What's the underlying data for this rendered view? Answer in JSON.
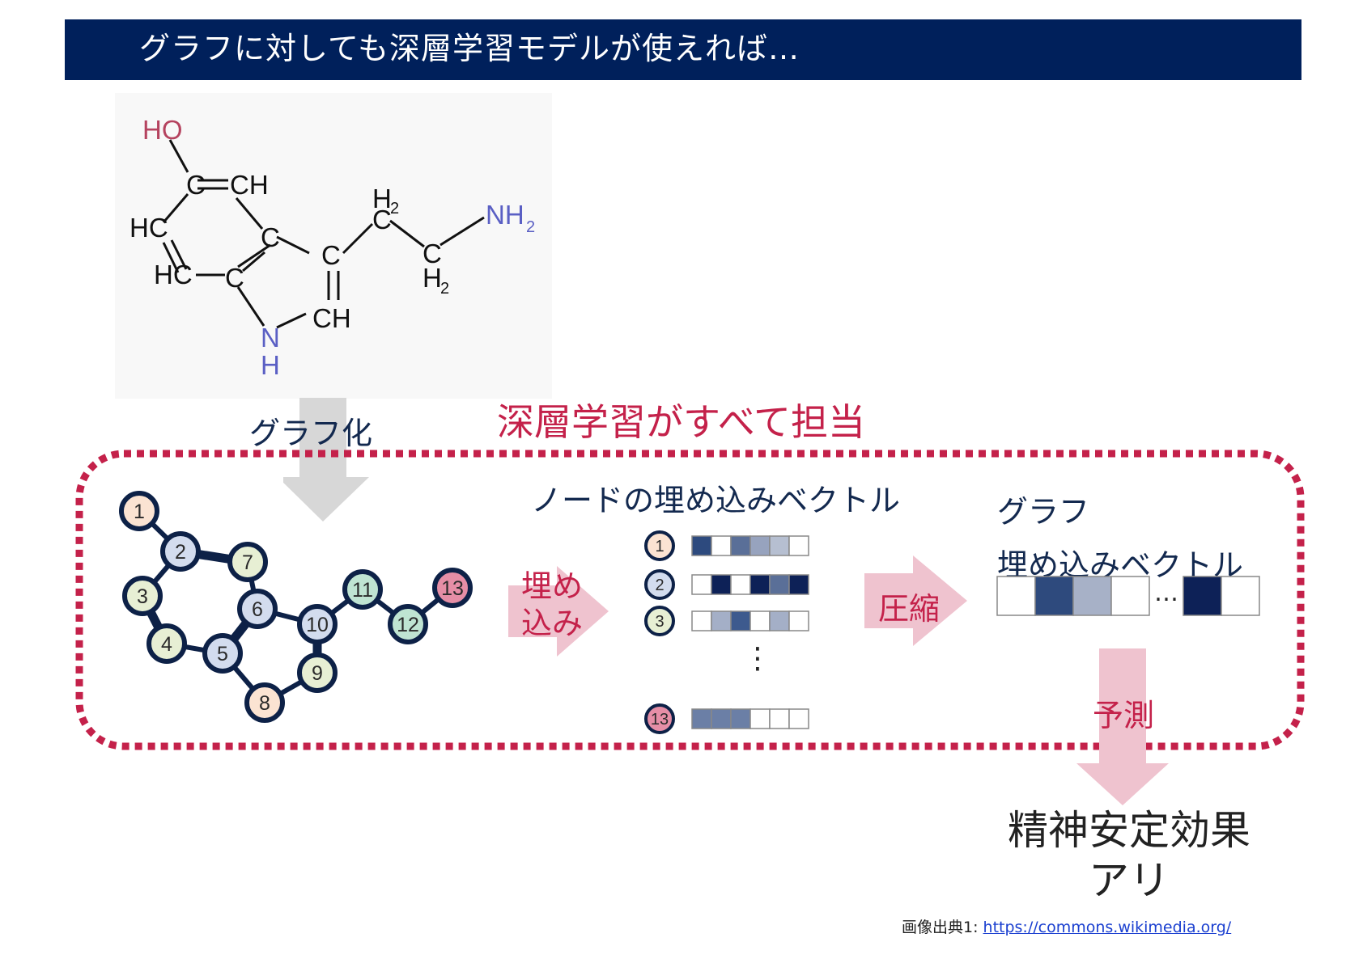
{
  "title": "グラフに対しても深層学習モデルが使えれば…",
  "molecule": {
    "atom_labels": {
      "ho": "HO",
      "c_top": "C",
      "ch_top": "CH",
      "hc_left": "HC",
      "hc_bot": "HC",
      "c_ring1": "C",
      "c_ring2": "C",
      "c_pent": "C",
      "ch_pent": "CH",
      "n": "N",
      "h_n": "H",
      "ch2_a": "C",
      "h2_a": "H",
      "sub2_a": "2",
      "ch2_b": "C",
      "h2_b": "H",
      "sub2_b": "2",
      "nh2": "NH",
      "sub2_nh": "2"
    }
  },
  "graphify_label": "グラフ化",
  "dl_label": "深層学習がすべて担当",
  "embed_label_lines": [
    "埋め",
    "込み"
  ],
  "node_vectors_title": "ノードの埋め込みベクトル",
  "compress_label": "圧縮",
  "graph_embed_title_lines": [
    "グラフ",
    "埋め込みベクトル"
  ],
  "ellipsis_h": "…",
  "ellipsis_v": "⋮",
  "predict_label": "予測",
  "result_lines": [
    "精神安定効果",
    "アリ"
  ],
  "graph": {
    "nodes": [
      {
        "id": "1",
        "color": "#fbe3d2"
      },
      {
        "id": "2",
        "color": "#d3dcee"
      },
      {
        "id": "3",
        "color": "#e7efd4"
      },
      {
        "id": "4",
        "color": "#e7efd4"
      },
      {
        "id": "5",
        "color": "#d3dcee"
      },
      {
        "id": "6",
        "color": "#d3dcee"
      },
      {
        "id": "7",
        "color": "#e7efd4"
      },
      {
        "id": "8",
        "color": "#fbe3d2"
      },
      {
        "id": "9",
        "color": "#e7efd4"
      },
      {
        "id": "10",
        "color": "#d3dcee"
      },
      {
        "id": "11",
        "color": "#bfe4d2"
      },
      {
        "id": "12",
        "color": "#bfe4d2"
      },
      {
        "id": "13",
        "color": "#e58ea6"
      }
    ]
  },
  "node_embeddings": [
    {
      "node": "1",
      "color": "#fbe3d2",
      "cells": [
        "#2d4a7e",
        "#ffffff",
        "#5a6f98",
        "#97a3be",
        "#b6bfd1",
        "#ffffff"
      ]
    },
    {
      "node": "2",
      "color": "#d3dcee",
      "cells": [
        "#ffffff",
        "#0d2157",
        "#ffffff",
        "#0d2157",
        "#5a6f98",
        "#0d2157"
      ]
    },
    {
      "node": "3",
      "color": "#e7efd4",
      "cells": [
        "#ffffff",
        "#a4afc7",
        "#3d5a8e",
        "#ffffff",
        "#a4afc7",
        "#ffffff"
      ]
    },
    {
      "node": "13",
      "color": "#e58ea6",
      "cells": [
        "#6b7fa6",
        "#6b7fa6",
        "#6b7fa6",
        "#ffffff",
        "#ffffff",
        "#ffffff"
      ]
    }
  ],
  "graph_embedding": {
    "cells_left": [
      "#ffffff",
      "#2e4a7d",
      "#a7b1c7",
      "#ffffff"
    ],
    "cells_right": [
      "#0d2157",
      "#ffffff"
    ]
  },
  "credit": {
    "prefix": "画像出典1: ",
    "link": "https://commons.wikimedia.org/"
  }
}
